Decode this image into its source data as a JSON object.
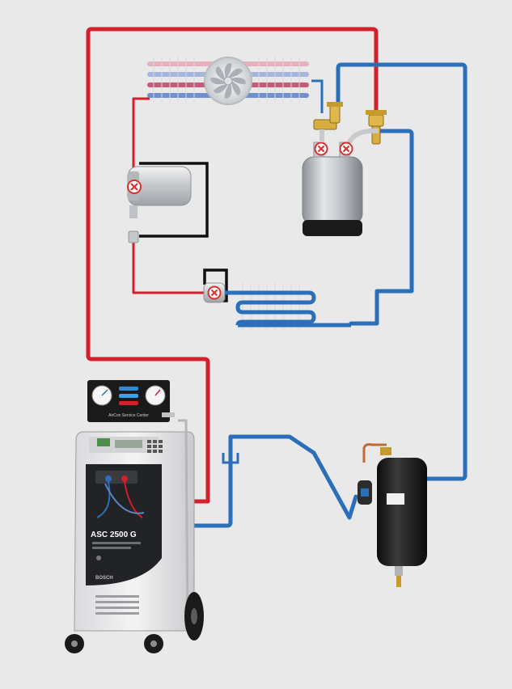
{
  "machine": {
    "panel_text": "AirCon Service Center",
    "model": "ASC 2500 G",
    "brand": "BOSCH"
  },
  "colors": {
    "background": "#e9e9ea",
    "high_pressure": "#d3202a",
    "low_pressure": "#2a6fb8",
    "drive_loop": "#111111",
    "valve_mark": "#d93030"
  },
  "components": [
    {
      "id": "condenser",
      "icon": "condenser-fan-icon"
    },
    {
      "id": "compressor",
      "icon": "compressor-icon"
    },
    {
      "id": "receiver-drier-cylinder",
      "icon": "cylinder-icon"
    },
    {
      "id": "expansion-valve",
      "icon": "expansion-valve-icon"
    },
    {
      "id": "evaporator",
      "icon": "evaporator-icon"
    },
    {
      "id": "refrigerant-tank",
      "icon": "tank-icon"
    },
    {
      "id": "service-station",
      "icon": "service-station-icon"
    }
  ]
}
